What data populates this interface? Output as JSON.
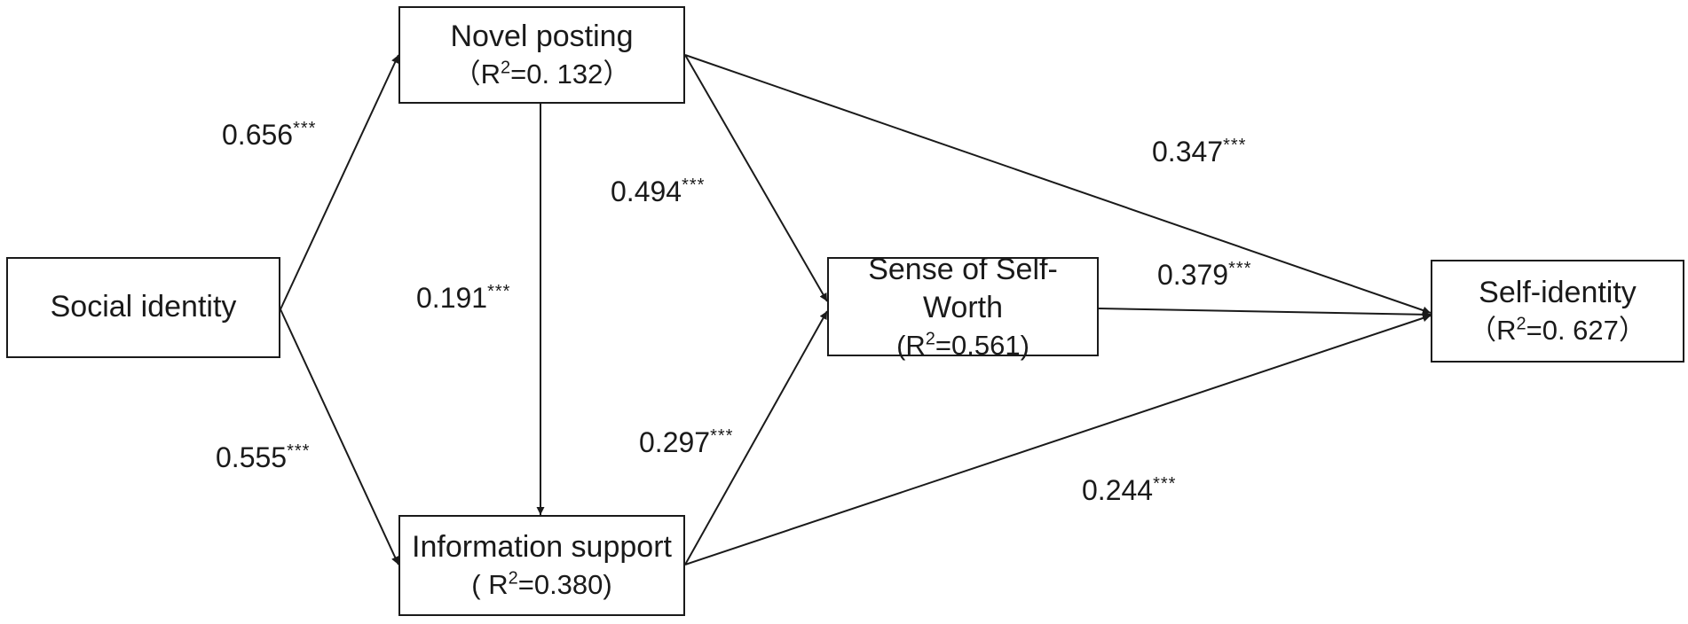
{
  "nodes": {
    "social_identity": {
      "label": "Social identity"
    },
    "novel_posting": {
      "label": "Novel posting",
      "r2_pre": "（R",
      "r2_sup": "2",
      "r2_post": "=0. 132）"
    },
    "information_support": {
      "label": "Information support",
      "r2_pre": "( R",
      "r2_sup": "2",
      "r2_post": "=0.380)"
    },
    "sense_of_self_worth": {
      "label": "Sense of Self-Worth",
      "r2_pre": "(R",
      "r2_sup": "2",
      "r2_post": "=0.561)"
    },
    "self_identity": {
      "label": "Self-identity",
      "r2_pre": "（R",
      "r2_sup": "2",
      "r2_post": "=0. 627）"
    }
  },
  "paths": [
    {
      "from": "Social identity",
      "to": "Novel posting",
      "value": "0.656",
      "sig": "***"
    },
    {
      "from": "Social identity",
      "to": "Information support",
      "value": "0.555",
      "sig": "***"
    },
    {
      "from": "Novel posting",
      "to": "Information support",
      "value": "0.191",
      "sig": "***"
    },
    {
      "from": "Novel posting",
      "to": "Sense of Self-Worth",
      "value": "0.494",
      "sig": "***"
    },
    {
      "from": "Information support",
      "to": "Sense of Self-Worth",
      "value": "0.297",
      "sig": "***"
    },
    {
      "from": "Novel posting",
      "to": "Self-identity",
      "value": "0.347",
      "sig": "***"
    },
    {
      "from": "Sense of Self-Worth",
      "to": "Self-identity",
      "value": "0.379",
      "sig": "***"
    },
    {
      "from": "Information support",
      "to": "Self-identity",
      "value": "0.244",
      "sig": "***"
    }
  ],
  "colors": {
    "line": "#1a1a1a",
    "text": "#1a1a1a",
    "background": "#ffffff"
  }
}
